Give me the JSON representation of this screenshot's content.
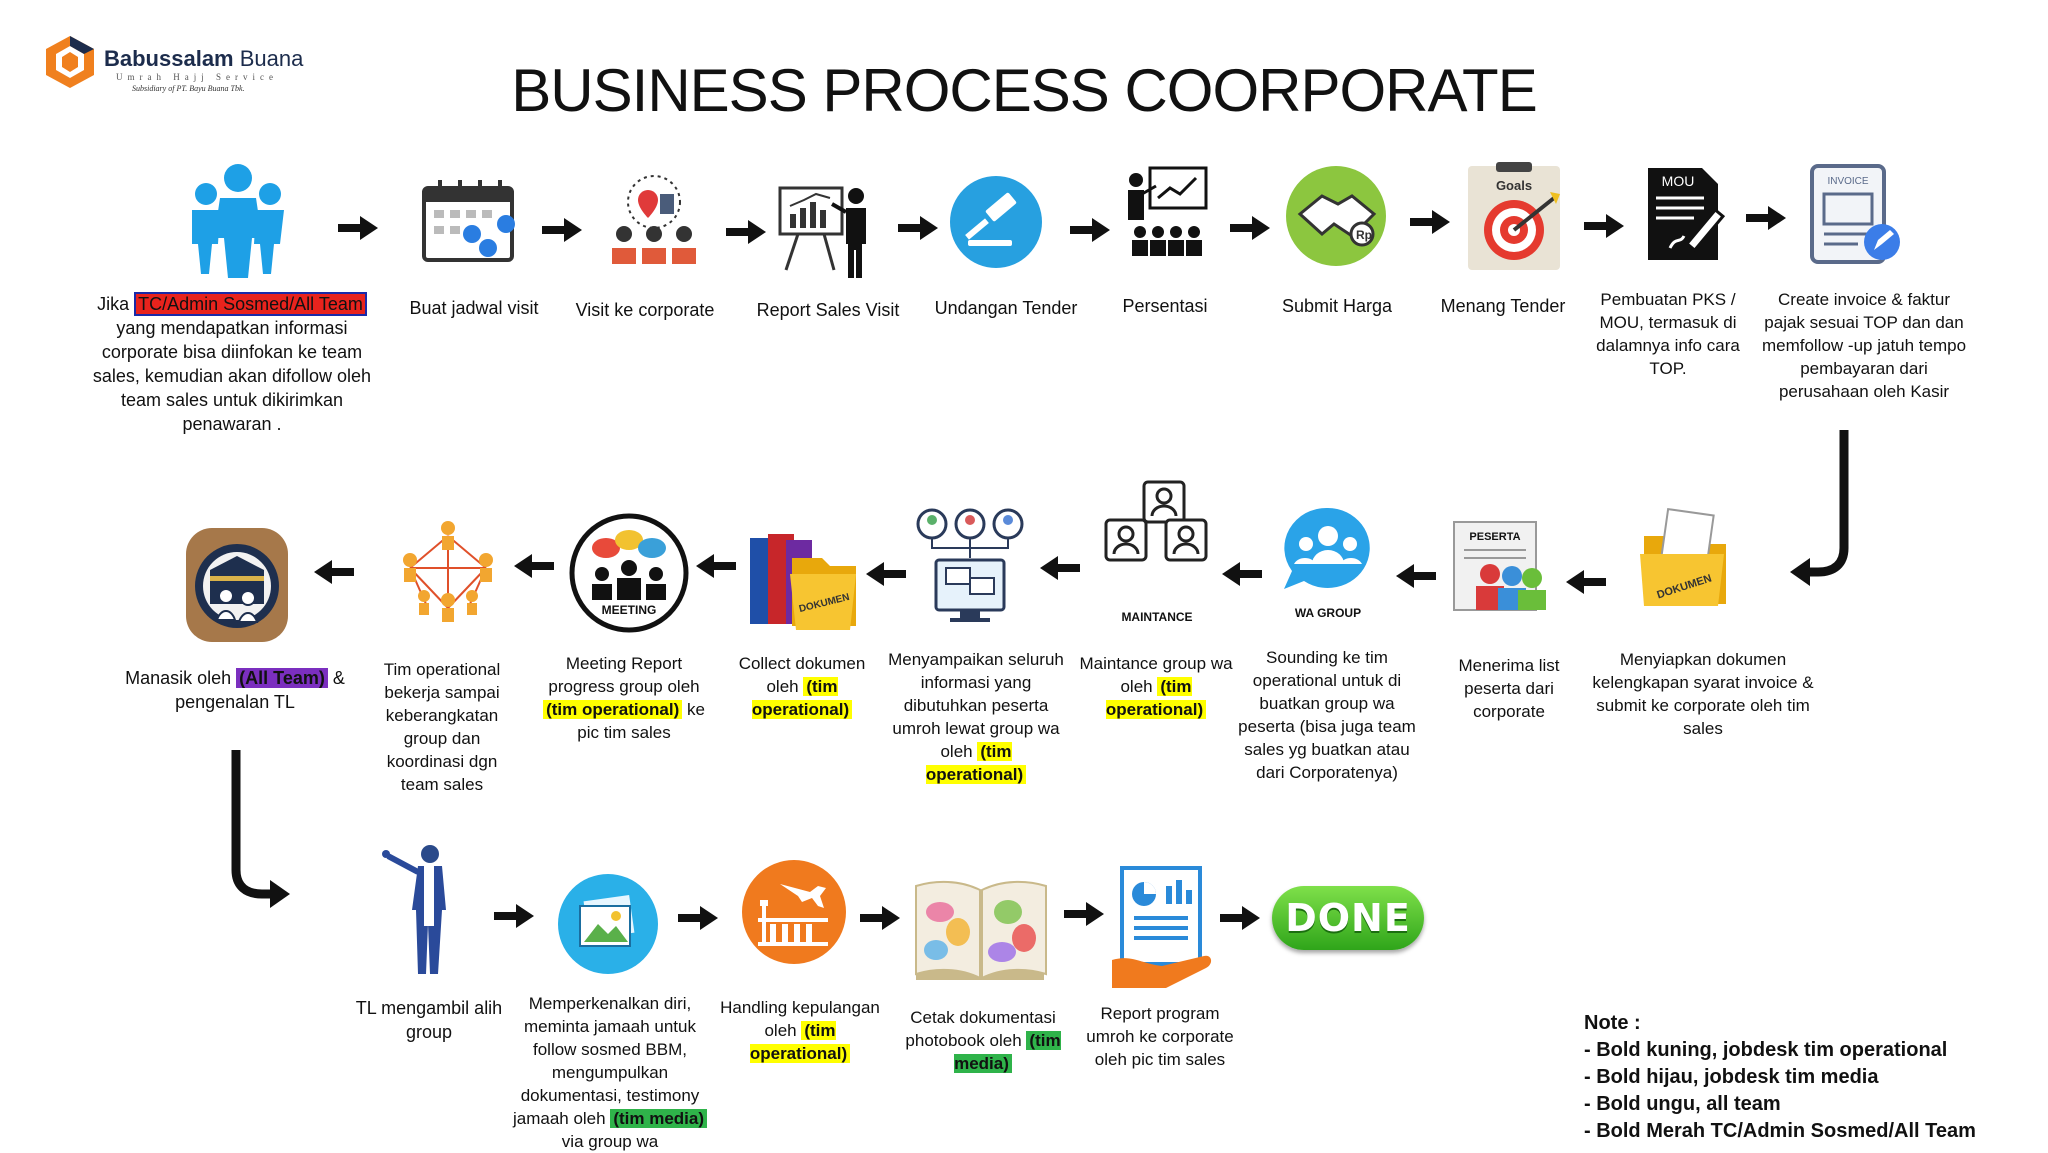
{
  "logo": {
    "name": "Babussalam",
    "name2": "Buana",
    "tagline": "Umrah Hajj Service",
    "subsidiary": "Subsidiary of PT. Bayu Buana Tbk."
  },
  "title": "BUSINESS PROCESS COORPORATE",
  "row1": [
    {
      "icon": "people-icon",
      "pre": "Jika ",
      "highlight": "TC/Admin Sosmed/All Team",
      "text": "yang mendapatkan informasi corporate bisa diinfokan ke team sales, kemudian akan difollow oleh team sales untuk dikirimkan penawaran ."
    },
    {
      "icon": "calendar-icon",
      "text": "Buat jadwal visit"
    },
    {
      "icon": "location-people-icon",
      "text": "Visit ke corporate"
    },
    {
      "icon": "presentation-icon",
      "text": "Report Sales Visit"
    },
    {
      "icon": "gavel-icon",
      "text": "Undangan Tender"
    },
    {
      "icon": "presenter-audience-icon",
      "text": "Persentasi"
    },
    {
      "icon": "handshake-icon",
      "text": "Submit Harga"
    },
    {
      "icon": "goals-target-icon",
      "text": "Menang Tender",
      "icon_label": "Goals"
    },
    {
      "icon": "mou-document-icon",
      "text": "Pembuatan PKS / MOU, termasuk di dalamnya info cara TOP.",
      "icon_label": "MOU"
    },
    {
      "icon": "invoice-icon",
      "text": "Create invoice & faktur pajak sesuai TOP dan dan memfollow -up jatuh tempo pembayaran dari perusahaan oleh Kasir",
      "icon_label": "INVOICE"
    }
  ],
  "row2": [
    {
      "icon": "folder-dokumen-icon",
      "text": "Menyiapkan dokumen kelengkapan syarat invoice & submit ke corporate oleh tim sales",
      "icon_label": "DOKUMEN"
    },
    {
      "icon": "peserta-clipboard-icon",
      "text": "Menerima list peserta dari corporate",
      "icon_label": "PESERTA"
    },
    {
      "icon": "wa-group-icon",
      "text": "Sounding ke tim operational untuk di buatkan group wa peserta (bisa juga team sales yg buatkan atau dari Corporatenya)",
      "icon_label": "WA GROUP"
    },
    {
      "icon": "maintance-icon",
      "pre": "Maintance group wa oleh",
      "highlight": "(tim operational)",
      "icon_label": "MAINTANCE"
    },
    {
      "icon": "announcement-icon",
      "pre": "Menyampaikan seluruh informasi yang dibutuhkan peserta umroh lewat group wa oleh",
      "highlight": "(tim operational)"
    },
    {
      "icon": "binders-icon",
      "pre": "Collect dokumen oleh",
      "highlight": "(tim operational)",
      "icon_label": "DOKUMEN"
    },
    {
      "icon": "meeting-icon",
      "pre": "Meeting Report progress group oleh",
      "highlight": "(tim operational)",
      "post": "ke pic tim sales",
      "icon_label": "MEETING"
    },
    {
      "icon": "network-people-icon",
      "text": "Tim operational bekerja sampai keberangkatan group dan koordinasi dgn team sales"
    },
    {
      "icon": "kaaba-pilgrims-icon",
      "pre": "Manasik oleh",
      "highlight": "(All Team)",
      "post": "& pengenalan TL"
    }
  ],
  "row3": [
    {
      "icon": "tour-leader-icon",
      "text": "TL mengambil alih group"
    },
    {
      "icon": "photo-icon",
      "pre": "Memperkenalkan diri, meminta jamaah untuk follow sosmed BBM, mengumpulkan dokumentasi, testimony jamaah oleh",
      "highlight": "(tim media)",
      "post": "via group wa"
    },
    {
      "icon": "airport-icon",
      "pre": "Handling kepulangan oleh",
      "highlight": "(tim operational)"
    },
    {
      "icon": "photobook-icon",
      "pre": "Cetak dokumentasi photobook oleh",
      "highlight": "(tim media)"
    },
    {
      "icon": "report-hand-icon",
      "text": "Report program umroh ke corporate oleh pic tim sales"
    },
    {
      "icon": "done-badge",
      "text": "DONE"
    }
  ],
  "note": {
    "title": "Note :",
    "items": [
      "- Bold kuning, jobdesk tim operational",
      "- Bold hijau, jobdesk tim media",
      "- Bold ungu, all team",
      "- Bold Merah TC/Admin Sosmed/All Team"
    ]
  },
  "colors": {
    "yellow": "#ffff00",
    "green": "#2fb34a",
    "purple": "#7b2fbf",
    "red": "#e8231d",
    "blue": "#27a0e0",
    "orange": "#f07a1e"
  }
}
